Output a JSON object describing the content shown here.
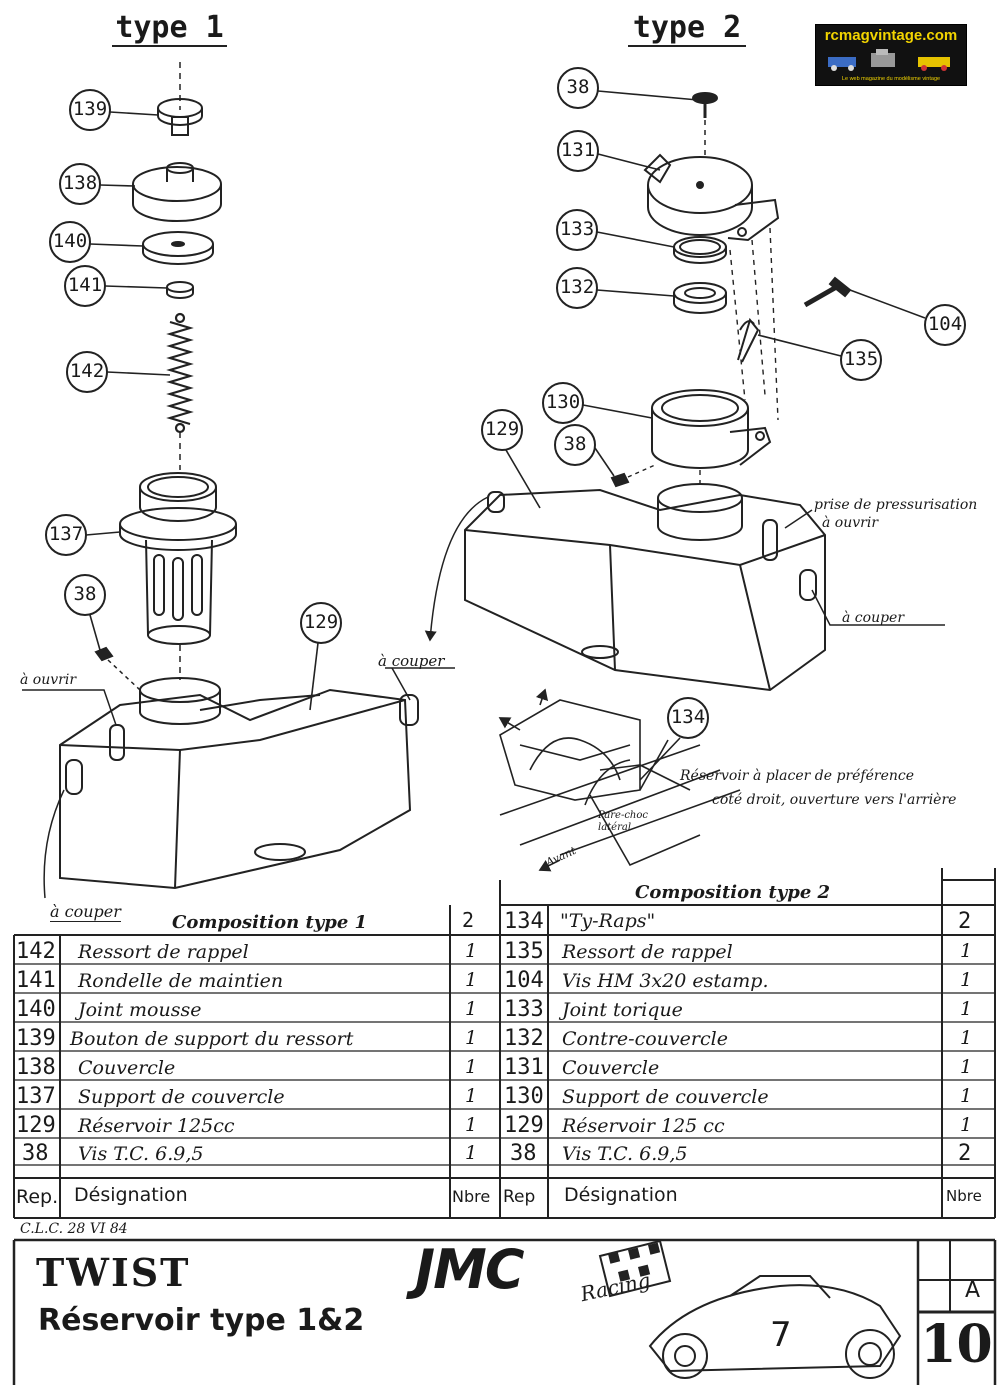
{
  "header": {
    "type1_title": "type 1",
    "type2_title": "type 2",
    "site_logo": "rcmagvintage.com",
    "site_tagline": "Le web magazine du modélisme vintage"
  },
  "callouts": {
    "type1": [
      "139",
      "138",
      "140",
      "141",
      "142",
      "137",
      "38",
      "129"
    ],
    "type2": [
      "38",
      "131",
      "133",
      "132",
      "104",
      "135",
      "130",
      "38",
      "129",
      "134"
    ]
  },
  "notes": {
    "ouvrir_t1": "à ouvrir",
    "couper_t1_top": "à couper",
    "couper_t1_bottom": "à couper",
    "pressurisation": "prise de pressurisation",
    "pressurisation2": "à ouvrir",
    "couper_t2": "à couper",
    "reservoir_note1": "Réservoir à placer de préférence",
    "reservoir_note2": "coté droit, ouverture vers l'arrière",
    "parechoc": "Pare-choc",
    "parechoc2": "latéral",
    "avant": "Avant"
  },
  "table1": {
    "title": "Composition type 1",
    "header_qty": "2",
    "rows": [
      {
        "ref": "142",
        "designation": "Ressort de rappel",
        "qty": "1"
      },
      {
        "ref": "141",
        "designation": "Rondelle de maintien",
        "qty": "1"
      },
      {
        "ref": "140",
        "designation": "Joint mousse",
        "qty": "1"
      },
      {
        "ref": "139",
        "designation": "Bouton de support du ressort",
        "qty": "1"
      },
      {
        "ref": "138",
        "designation": "Couvercle",
        "qty": "1"
      },
      {
        "ref": "137",
        "designation": "Support de couvercle",
        "qty": "1"
      },
      {
        "ref": "129",
        "designation": "Réservoir 125cc",
        "qty": "1"
      },
      {
        "ref": "38",
        "designation": "Vis T.C. 6.9,5",
        "qty": "1"
      }
    ],
    "col_rep": "Rep.",
    "col_designation": "Désignation",
    "col_nbre": "Nbre"
  },
  "table2": {
    "title": "Composition type 2",
    "rows": [
      {
        "ref": "134",
        "designation": "\"Ty-Raps\"",
        "qty": "2"
      },
      {
        "ref": "135",
        "designation": "Ressort de rappel",
        "qty": "1"
      },
      {
        "ref": "104",
        "designation": "Vis HM 3x20 estamp.",
        "qty": "1"
      },
      {
        "ref": "133",
        "designation": "Joint torique",
        "qty": "1"
      },
      {
        "ref": "132",
        "designation": "Contre-couvercle",
        "qty": "1"
      },
      {
        "ref": "131",
        "designation": "Couvercle",
        "qty": "1"
      },
      {
        "ref": "130",
        "designation": "Support de couvercle",
        "qty": "1"
      },
      {
        "ref": "129",
        "designation": "Réservoir 125 cc",
        "qty": "1"
      },
      {
        "ref": "38",
        "designation": "Vis T.C. 6.9,5",
        "qty": "2"
      }
    ],
    "col_rep": "Rep",
    "col_designation": "Désignation",
    "col_nbre": "Nbre"
  },
  "title_block": {
    "date": "C.L.C. 28 VI 84",
    "product": "TWIST",
    "subtitle": "Réservoir type 1&2",
    "brand": "JMC",
    "brand_sub": "Racing",
    "revision": "A",
    "sheet": "10"
  }
}
